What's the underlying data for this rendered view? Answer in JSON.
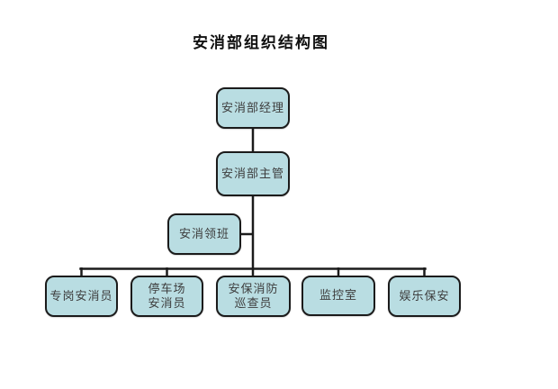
{
  "title": "安消部组织结构图",
  "colors": {
    "background": "#ffffff",
    "box_fill": "#b9dde2",
    "box_border": "#1b1b1b",
    "line_color": "#1b1b1b",
    "text_color": "#3d3d3d"
  },
  "nodes": [
    {
      "id": "dept-manager",
      "label": "安消部经理",
      "level": 1
    },
    {
      "id": "dept-supervisor",
      "label": "安消部主管",
      "level": 2
    },
    {
      "id": "foreman",
      "label": "安消领班",
      "level": 3
    },
    {
      "id": "post-security-officer",
      "label": "专岗安消员",
      "level": 4
    },
    {
      "id": "parking-security-officer",
      "label": "停车场\n安消员",
      "level": 4
    },
    {
      "id": "security-fire-patrol-inspector",
      "label": "安保消防\n巡查员",
      "level": 4
    },
    {
      "id": "monitoring-room",
      "label": "监控室",
      "level": 4
    },
    {
      "id": "entertainment-security",
      "label": "娱乐保安",
      "level": 4
    }
  ],
  "edges": [
    {
      "from": "dept-manager",
      "to": "dept-supervisor"
    },
    {
      "from": "dept-supervisor",
      "to": "foreman"
    },
    {
      "from": "dept-supervisor",
      "to": "post-security-officer"
    },
    {
      "from": "dept-supervisor",
      "to": "parking-security-officer"
    },
    {
      "from": "dept-supervisor",
      "to": "security-fire-patrol-inspector"
    },
    {
      "from": "dept-supervisor",
      "to": "monitoring-room"
    },
    {
      "from": "dept-supervisor",
      "to": "entertainment-security"
    }
  ]
}
